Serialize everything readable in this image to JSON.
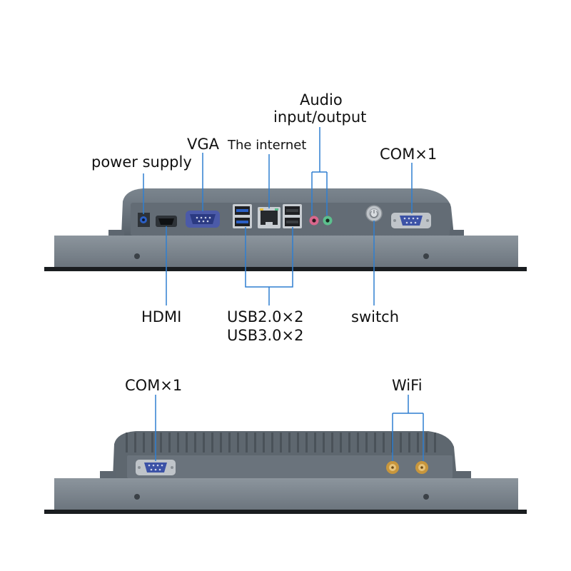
{
  "top_panel": {
    "labels": {
      "audio": [
        "Audio",
        "input/output"
      ],
      "vga": "VGA",
      "internet": "The internet",
      "com": "COM×1",
      "power": "power supply",
      "hdmi": "HDMI",
      "usb": [
        "USB2.0×2",
        "USB3.0×2"
      ],
      "switch": "switch"
    }
  },
  "bottom_panel": {
    "labels": {
      "com": "COM×1",
      "wifi": "WiFi"
    }
  },
  "colors": {
    "leader_line": "#2f7fd1",
    "chassis": "#6d7780",
    "chassis_dark": "#4f5860",
    "bezel": "#7e8891",
    "usb_blue": "#2b5fc4",
    "audio_pink": "#d9678d",
    "audio_green": "#5cc08e",
    "antenna_gold": "#c8963c"
  }
}
